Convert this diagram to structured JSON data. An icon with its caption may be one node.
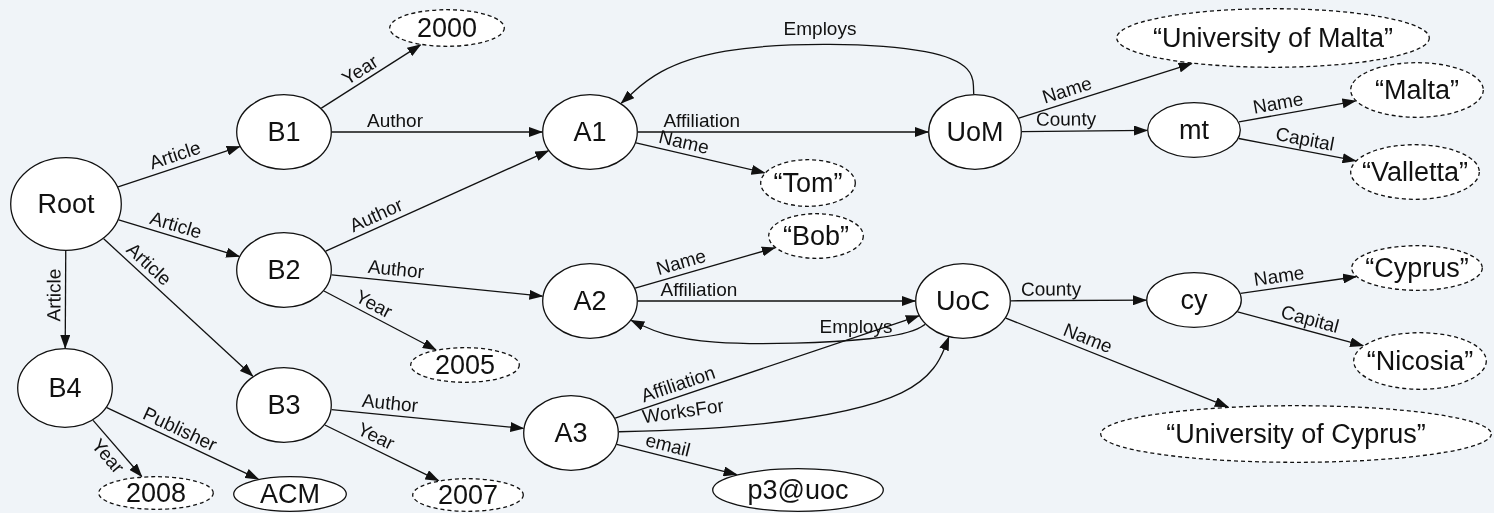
{
  "diagram": {
    "nodes": [
      {
        "text": [
          "Root"
        ]
      },
      {
        "text": [
          "B1"
        ]
      },
      {
        "text": [
          "2000"
        ]
      },
      {
        "text": [
          "A1"
        ]
      },
      {
        "text": [
          "UoM"
        ]
      },
      {
        "text": [
          "“University of Malta”"
        ]
      },
      {
        "text": [
          "mt"
        ]
      },
      {
        "text": [
          "“Malta”"
        ]
      },
      {
        "text": [
          "“Valletta”"
        ]
      },
      {
        "text": [
          "“Tom”"
        ]
      },
      {
        "text": [
          "B2"
        ]
      },
      {
        "text": [
          "“Bob”"
        ]
      },
      {
        "text": [
          "A2"
        ]
      },
      {
        "text": [
          "UoC"
        ]
      },
      {
        "text": [
          "cy"
        ]
      },
      {
        "text": [
          "“Cyprus”"
        ]
      },
      {
        "text": [
          "“Nicosia”"
        ]
      },
      {
        "text": [
          "2005"
        ]
      },
      {
        "text": [
          "B4"
        ]
      },
      {
        "text": [
          "B3"
        ]
      },
      {
        "text": [
          "A3"
        ]
      },
      {
        "text": [
          "“University of Cyprus”"
        ]
      },
      {
        "text": [
          "2008"
        ]
      },
      {
        "text": [
          "ACM"
        ]
      },
      {
        "text": [
          "2007"
        ]
      },
      {
        "text": [
          "p3@uoc"
        ]
      }
    ],
    "edges": [
      {
        "from": 0,
        "to": 1,
        "arrow": "to",
        "label": "Article"
      },
      {
        "from": 0,
        "to": 10,
        "arrow": "to",
        "label": "Article"
      },
      {
        "from": 0,
        "to": 18,
        "arrow": "to",
        "label": "Article"
      },
      {
        "from": 0,
        "to": 19,
        "arrow": "to",
        "label": "Article"
      },
      {
        "from": 1,
        "to": 2,
        "arrow": "to",
        "label": "Year"
      },
      {
        "from": 1,
        "to": 3,
        "arrow": "to",
        "label": "Author"
      },
      {
        "from": 10,
        "to": 3,
        "arrow": "to",
        "label": "Author"
      },
      {
        "from": 10,
        "to": 12,
        "arrow": "to",
        "label": "Author"
      },
      {
        "from": 10,
        "to": 17,
        "arrow": "to",
        "label": "Year"
      },
      {
        "from": 3,
        "to": 4,
        "arrow": "to",
        "label": "Affiliation"
      },
      {
        "from": 4,
        "to": 3,
        "arrow": "to",
        "label": "Employs"
      },
      {
        "from": 3,
        "to": 9,
        "arrow": "to",
        "label": "Name"
      },
      {
        "from": 12,
        "to": 11,
        "arrow": "to",
        "label": "Name"
      },
      {
        "from": 12,
        "to": 13,
        "arrow": "to",
        "label": "Affiliation"
      },
      {
        "from": 13,
        "to": 12,
        "arrow": "to",
        "label": "Employs"
      },
      {
        "from": 4,
        "to": 5,
        "arrow": "to",
        "label": "Name"
      },
      {
        "from": 4,
        "to": 6,
        "arrow": "to",
        "label": "County"
      },
      {
        "from": 6,
        "to": 7,
        "arrow": "to",
        "label": "Name"
      },
      {
        "from": 6,
        "to": 8,
        "arrow": "to",
        "label": "Capital"
      },
      {
        "from": 13,
        "to": 14,
        "arrow": "to",
        "label": "County"
      },
      {
        "from": 13,
        "to": 21,
        "arrow": "to",
        "label": "Name"
      },
      {
        "from": 14,
        "to": 15,
        "arrow": "to",
        "label": "Name"
      },
      {
        "from": 14,
        "to": 16,
        "arrow": "to",
        "label": "Capital"
      },
      {
        "from": 19,
        "to": 20,
        "arrow": "to",
        "label": "Author"
      },
      {
        "from": 19,
        "to": 24,
        "arrow": "to",
        "label": "Year"
      },
      {
        "from": 20,
        "to": 13,
        "arrow": "to",
        "label": "Affiliation"
      },
      {
        "from": 20,
        "to": 13,
        "arrow": "to",
        "label": "WorksFor"
      },
      {
        "from": 20,
        "to": 25,
        "arrow": "to",
        "label": "email"
      },
      {
        "from": 18,
        "to": 22,
        "arrow": "to",
        "label": "Year"
      },
      {
        "from": 18,
        "to": 23,
        "arrow": "to",
        "label": "Publisher"
      }
    ]
  }
}
